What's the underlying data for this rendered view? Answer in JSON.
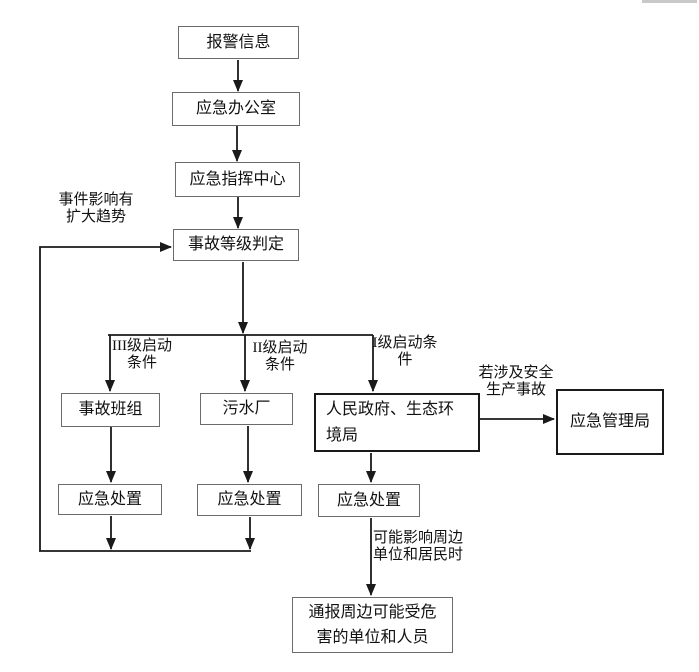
{
  "page": {
    "background": "#ffffff",
    "line_color": "#1a1a1a",
    "box_border_color": "#6b6b6b",
    "box_border_dark_color": "#1a1a1a",
    "text_color": "#111111",
    "corner_bar_color": "#c9c9c9"
  },
  "nodes": {
    "alarm_info": {
      "label": "报警信息"
    },
    "emergency_office": {
      "label": "应急办公室"
    },
    "command_center": {
      "label": "应急指挥中心"
    },
    "level_determination": {
      "label": "事故等级判定"
    },
    "accident_team": {
      "label": "事故班组"
    },
    "sewage_plant": {
      "label": "污水厂"
    },
    "government_env_bureau": {
      "label": "人民政府、生态环\n境局"
    },
    "emergency_mgmt_bureau": {
      "label": "应急管理局"
    },
    "disposal_1": {
      "label": "应急处置"
    },
    "disposal_2": {
      "label": "应急处置"
    },
    "disposal_3": {
      "label": "应急处置"
    },
    "notify_units": {
      "label": "通报周边可能受危\n害的单位和人员"
    }
  },
  "edge_labels": {
    "expanding_trend": "事件影响有\n扩大趋势",
    "level3_condition": "III级启动\n条件",
    "level2_condition": "II级启动\n条件",
    "level1_condition": "I级启动条\n件",
    "safety_accident": "若涉及安全\n生产事故",
    "affect_surrounding": "可能影响周边\n单位和居民时"
  }
}
